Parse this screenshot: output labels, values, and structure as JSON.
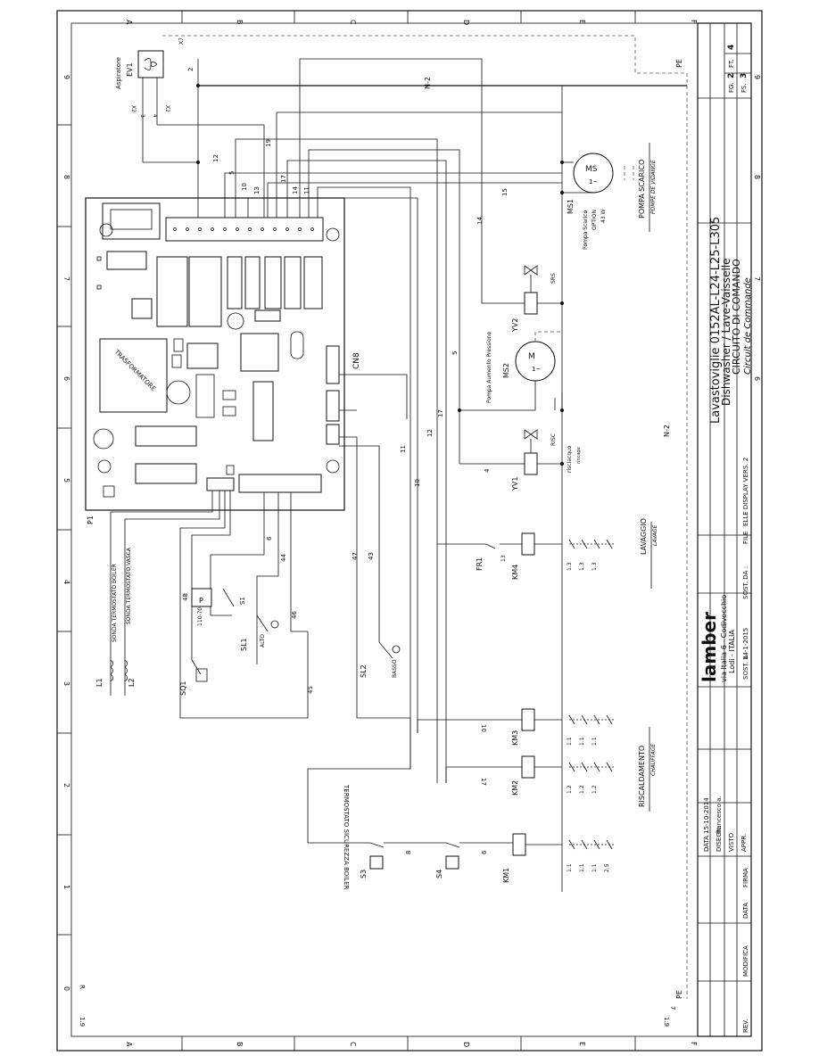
{
  "frame": {
    "rows": [
      "A",
      "B",
      "C",
      "D",
      "E",
      "F"
    ],
    "columns": [
      "9",
      "8",
      "7",
      "6",
      "5",
      "4",
      "3",
      "2",
      "1",
      "0"
    ],
    "corner_labels": [
      "1.9",
      "1.9",
      "7",
      "R"
    ]
  },
  "title_block": {
    "company": "lamber",
    "address_line1": "via Italia 6 - Codivecchio",
    "address_line2": "Lodi - ITALIA",
    "product_line1": "Lavastoviglie 0152AL-L24-L25-L305",
    "product_line2": "Dishwasher / Lave-Vaisselle",
    "drawing_title": "CIRCUITO DI COMANDO",
    "drawing_subtitle": "Circuit de Commande",
    "file_label": "FILE",
    "file_value": "ELLE DISPLAY VERS. 2",
    "sost_il_label": "SOST. IL",
    "sost_il_value": "14-1-2015",
    "sost_da_label": "SOST. DA :",
    "data_label": "DATA",
    "data_value": "15-10-2014",
    "disegn_label": "DISEGN.",
    "disegn_value": "francesco a.",
    "visto_label": "VISTO",
    "appr_label": "APPR.",
    "rev_label": "REV.",
    "modifica_label": "MODIFICA",
    "data_col_label": "DATA",
    "firma_label": "FIRMA",
    "fg_label": "FG.",
    "fg_value": "2",
    "ft_label": "FT.",
    "ft_value": "4",
    "fs_label": "FS.",
    "fs_value": "3"
  },
  "bus": {
    "pe": "PE",
    "n2": "N-2",
    "wire_ids_top": [
      "12",
      "5",
      "10",
      "13",
      "19",
      "17",
      "14",
      "11"
    ],
    "fan_wire": "2"
  },
  "components": {
    "fan": {
      "label": "Aspiratore",
      "tag": "EV1",
      "connector": "X2",
      "pins": [
        "3",
        "4"
      ],
      "x7": "X7"
    },
    "board": {
      "tag": "P1",
      "transformer": "TRASFORMATORE",
      "connector": "CN8"
    },
    "drain_pump": {
      "tag": "MS1",
      "motor": "MS",
      "phase": "1~",
      "label": "Pompa Scarico",
      "option": "OPTION",
      "power": "43 W",
      "wire": "15",
      "title_it": "POMPA SCARICO",
      "title_fr": "POMPE DE VIDANGE"
    },
    "pressure_pump": {
      "tag": "MS2",
      "motor": "M",
      "phase": "1~",
      "label": "Pompa Aumento Pressione"
    },
    "valve_srs": {
      "tag": "YV2",
      "label": "SRS"
    },
    "valve_risc": {
      "tag": "YV1",
      "label": "RISC",
      "note_it": "risciacquo",
      "note_fr": "rincage",
      "wire": "4"
    },
    "washing": {
      "title_it": "LAVAGGIO",
      "title_fr": "LAVAGE",
      "relay": "KM4",
      "fr": "FR1",
      "fr_value": "13"
    },
    "heating": {
      "title_it": "RISCALDAMENTO",
      "title_fr": "CHAUFFAGE",
      "relays": [
        "KM3",
        "KM2",
        "KM1"
      ]
    },
    "level": {
      "sl1": "SL1",
      "sl2": "SL2",
      "high": "ALTO",
      "low": "BASSO"
    },
    "pressostat": {
      "tag": "S1",
      "value": "110-70",
      "wire": "48"
    },
    "sensor_boiler": "SONDA TERMOSTATO BOILER",
    "sensor_tank": "SONDA TERMOSTATO VASCA",
    "l1": "L1",
    "l2": "L2",
    "sq1": "SQ1",
    "safety": {
      "label": "TERMOSTATO SICUREZZA BOILER",
      "s3": "S3",
      "s4": "S4",
      "wire_8": "8",
      "wire_6": "6"
    }
  },
  "wire_labels": {
    "w6": "6",
    "w44": "44",
    "w46": "46",
    "w47": "47",
    "w43": "43",
    "w45": "45",
    "w11": "11",
    "w10": "10",
    "w12": "12",
    "w17": "17",
    "w5": "5",
    "w14": "14"
  },
  "contact_ratings": {
    "km4": [
      "1.3",
      "1.3",
      "1.3"
    ],
    "km3": [
      "1.1",
      "1.1",
      "1.1"
    ],
    "km2": [
      "1.2",
      "1.2",
      "1.2"
    ],
    "km1": [
      "1.1",
      "1.1",
      "1.1",
      "2.5"
    ]
  }
}
